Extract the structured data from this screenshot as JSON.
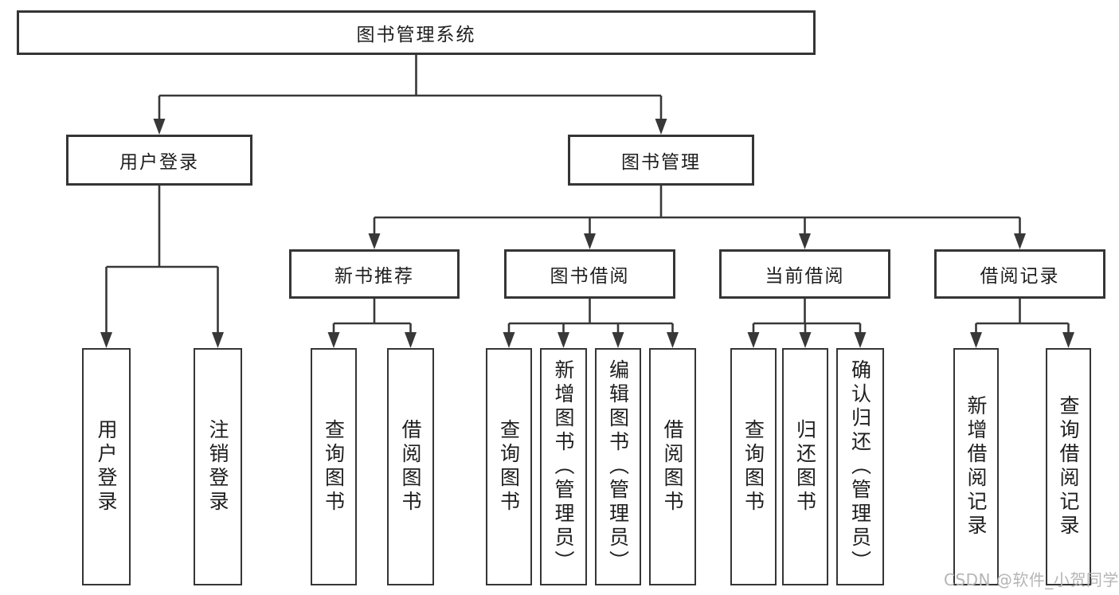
{
  "colors": {
    "line": "#383838",
    "box_border": "#353535",
    "text": "#1e1e1e",
    "background": "#ffffff",
    "watermark": "#b5b5b5"
  },
  "watermark": {
    "text": "CSDN @软件_小贺同学"
  },
  "tree": {
    "root": "图书管理系统",
    "level2": [
      {
        "label": "用户登录"
      },
      {
        "label": "图书管理"
      }
    ],
    "level3": [
      {
        "label": "新书推荐"
      },
      {
        "label": "图书借阅"
      },
      {
        "label": "当前借阅"
      },
      {
        "label": "借阅记录"
      }
    ],
    "leaves": {
      "user_login": [
        "用户登录",
        "注销登录"
      ],
      "new_book": [
        "查询图书",
        "借阅图书"
      ],
      "book_borrow": [
        "查询图书",
        "新增图书（管理员）",
        "编辑图书（管理员）",
        "借阅图书"
      ],
      "current_borrow": [
        "查询图书",
        "归还图书",
        "确认归还（管理员）"
      ],
      "borrow_records": [
        "新增借阅记录",
        "查询借阅记录"
      ]
    }
  }
}
